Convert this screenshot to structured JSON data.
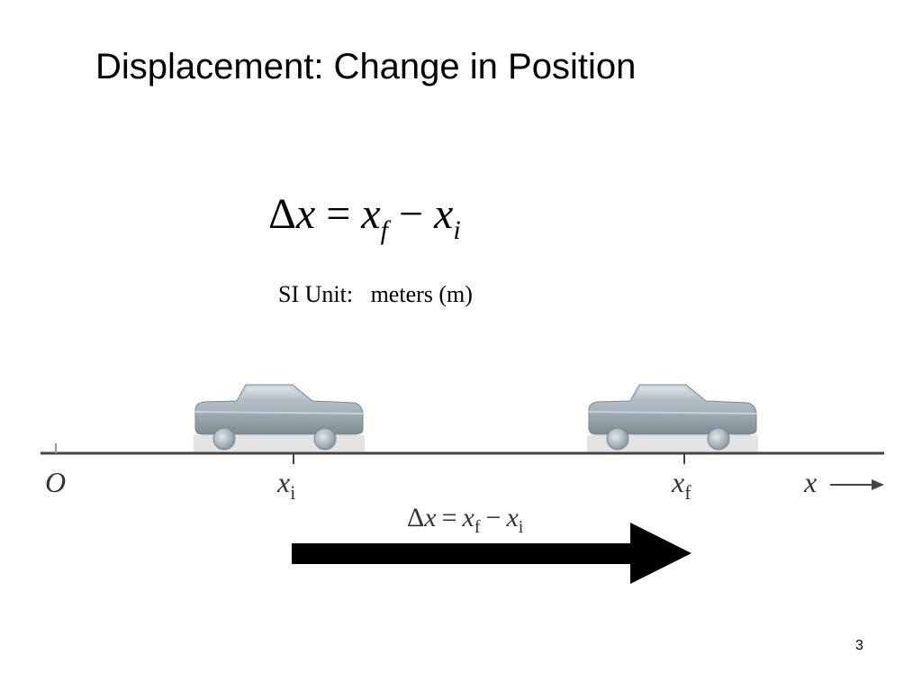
{
  "slide": {
    "title": "Displacement: Change in Position",
    "page_number": "3"
  },
  "equation": {
    "delta": "Δ",
    "var": "x",
    "equals": "=",
    "final_var": "x",
    "final_sub": "f",
    "minus": "−",
    "initial_var": "x",
    "initial_sub": "i"
  },
  "si_unit": {
    "label": "SI Unit:",
    "value": "meters (m)"
  },
  "diagram": {
    "origin_label": "O",
    "axis_label": "x",
    "initial_label": "x",
    "initial_sub": "i",
    "final_label": "x",
    "final_sub": "f",
    "displacement_formula": {
      "delta": "Δ",
      "var": "x",
      "equals": "=",
      "final_var": "x",
      "final_sub": "f",
      "minus": "−",
      "initial_var": "x",
      "initial_sub": "i"
    },
    "car_color": "#a9b5bd",
    "axis_color": "#444444",
    "arrow_color": "#000000"
  }
}
